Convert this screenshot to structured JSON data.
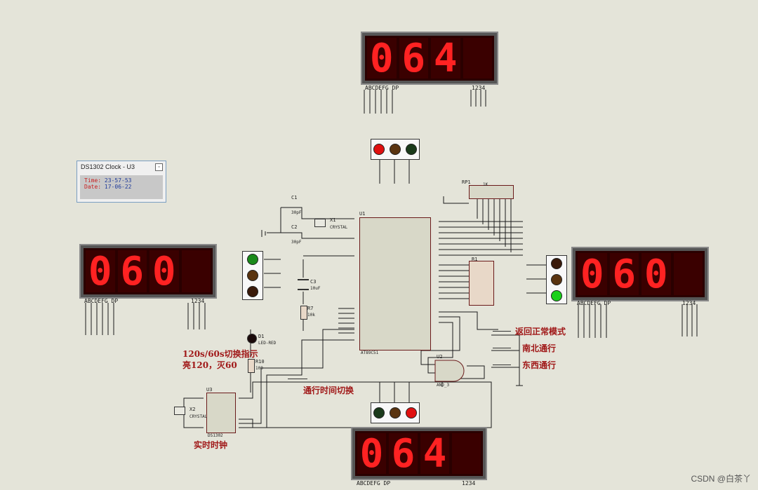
{
  "displays": {
    "top": {
      "digits": [
        "0",
        "6",
        "4",
        ""
      ]
    },
    "left": {
      "digits": [
        "0",
        "6",
        "0",
        ""
      ]
    },
    "right": {
      "digits": [
        "0",
        "6",
        "0",
        ""
      ]
    },
    "bottom": {
      "digits": [
        "0",
        "6",
        "4",
        ""
      ]
    },
    "seg_label": "ABCDEFG  DP",
    "pos_label": "1234"
  },
  "clock": {
    "title": "DS1302 Clock - U3",
    "time_key": "Time:",
    "time_val": "23-57-53",
    "date_key": "Date:",
    "date_val": "17-06-22"
  },
  "annotations": {
    "indicator_line1": "120s/60s切换指示",
    "indicator_line2": "亮120，灭60",
    "switch_time": "通行时间切换",
    "realtime_clock": "实时时钟",
    "return_normal": "返回正常模式",
    "north_south": "南北通行",
    "east_west": "东西通行"
  },
  "components": {
    "u1": "U1",
    "u1_part": "AT89C51",
    "u2": "U2",
    "u2_part": "AND_3",
    "u3": "U3",
    "u3_part": "DS1302",
    "c1": "C1",
    "c2": "C2",
    "c3": "C3",
    "x1": "X1",
    "x1_part": "CRYSTAL",
    "x2": "X2",
    "x2_part": "CRYSTAL",
    "r7": "R7",
    "r10": "R10",
    "r1": "R1",
    "rp1": "RP1",
    "rp1_val": "1K",
    "d1": "D1",
    "d1_part": "LED-RED",
    "c3_val": "10uF",
    "c_val": "30pF",
    "r7_val": "10k",
    "r10_val": "100"
  },
  "watermark": "CSDN @白茶丫",
  "colors": {
    "lamp_red": "#e01010",
    "lamp_yellow": "#6b3a10",
    "lamp_green": "#1a8a1a",
    "lamp_off": "#3a1a0a",
    "digit_on": "#ff2222"
  }
}
